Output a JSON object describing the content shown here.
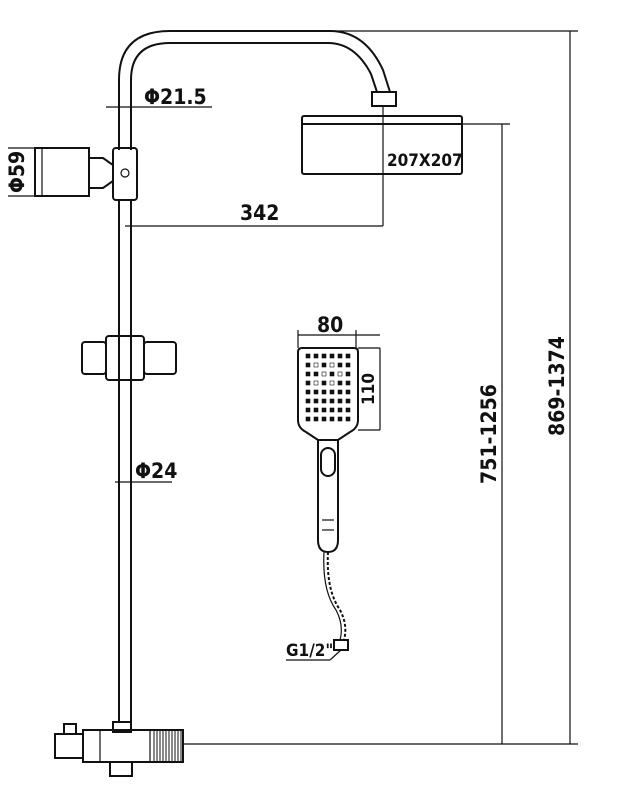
{
  "dimensions": {
    "head_pipe_diameter": "Φ21.5",
    "shower_head_size": "207X207",
    "arm_reach": "342",
    "wall_bracket_diameter": "Φ59",
    "hand_shower_width": "80",
    "hand_shower_height": "110",
    "rail_diameter": "Φ24",
    "hose_thread": "G1/2\"",
    "height_to_head": "751-1256",
    "total_height": "869-1374"
  }
}
